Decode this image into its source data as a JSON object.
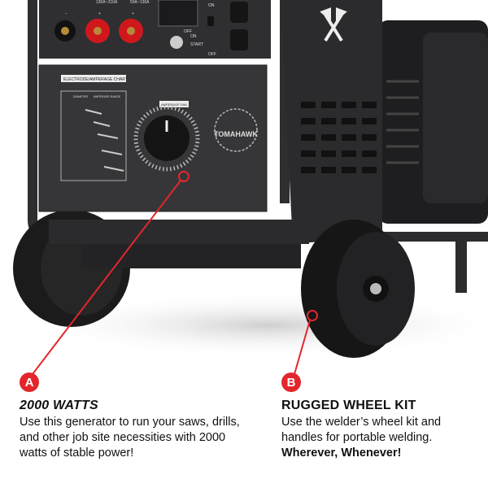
{
  "colors": {
    "accent": "#e3262c",
    "body": "#2b2b2d",
    "panel": "#3a3a3c"
  },
  "product": {
    "logo_text": "TOMAHAWK",
    "panel": {
      "terminal_labels": [
        "−",
        "+",
        "+"
      ],
      "range_labels": [
        "130A~210A",
        "50A~130A"
      ],
      "switch_labels": {
        "on": "ON",
        "off": "OFF",
        "start": "START",
        "key_off": "OFF",
        "key_on": "ON"
      },
      "chart_label": "ELECTRODE/AMPERAGE CHART",
      "dial_label": "AMPERAGE DIAL",
      "chart_headers": [
        "DIAMETER",
        "AMPERAGE RANGE"
      ]
    }
  },
  "callouts": [
    {
      "marker": "A",
      "title": "2000 WATTS",
      "body": "Use this generator to run your saws, drills, and other job site necessities with 2000 watts of stable power!"
    },
    {
      "marker": "B",
      "title": "RUGGED WHEEL KIT",
      "body": "Use the welder’s wheel kit  and handles for portable welding.",
      "emphasis": "Wherever, Whenever!"
    }
  ]
}
